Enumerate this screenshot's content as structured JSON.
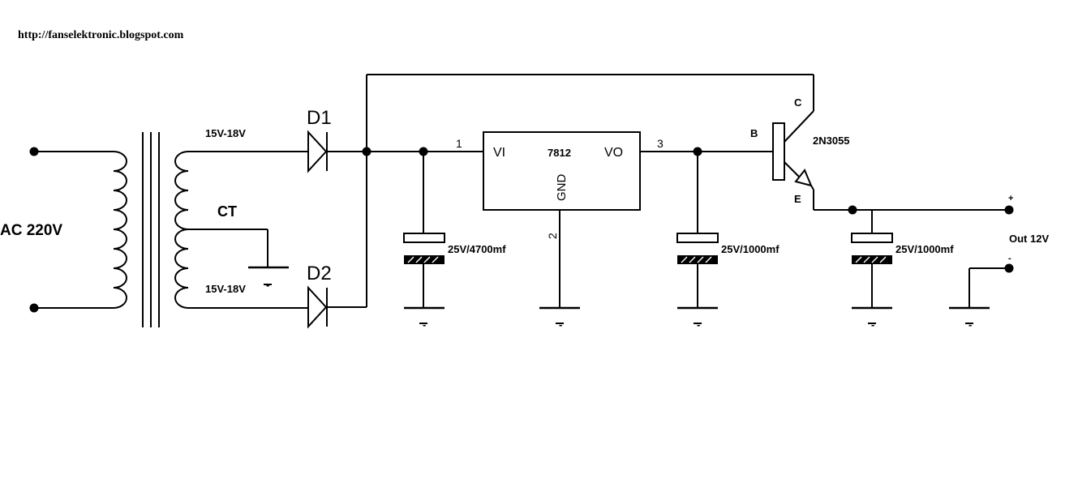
{
  "header": {
    "url": "http://fanselektronic.blogspot.com"
  },
  "input": {
    "label": "AC 220V"
  },
  "transformer": {
    "secondary_top_label": "15V-18V",
    "secondary_bottom_label": "15V-18V",
    "center_tap_label": "CT",
    "ct_ground_mark": "-"
  },
  "diodes": {
    "d1": "D1",
    "d2": "D2"
  },
  "regulator": {
    "part": "7812",
    "pin_in": "VI",
    "pin_out": "VO",
    "pin_gnd": "GND",
    "pin1": "1",
    "pin2": "2",
    "pin3": "3"
  },
  "capacitors": {
    "c1": "25V/4700mf",
    "c2": "25V/1000mf",
    "c3": "25V/1000mf"
  },
  "transistor": {
    "part": "2N3055",
    "base": "B",
    "collector": "C",
    "emitter": "E"
  },
  "output": {
    "label": "Out 12V",
    "plus": "+",
    "minus": "-"
  },
  "ground_mark": "-"
}
